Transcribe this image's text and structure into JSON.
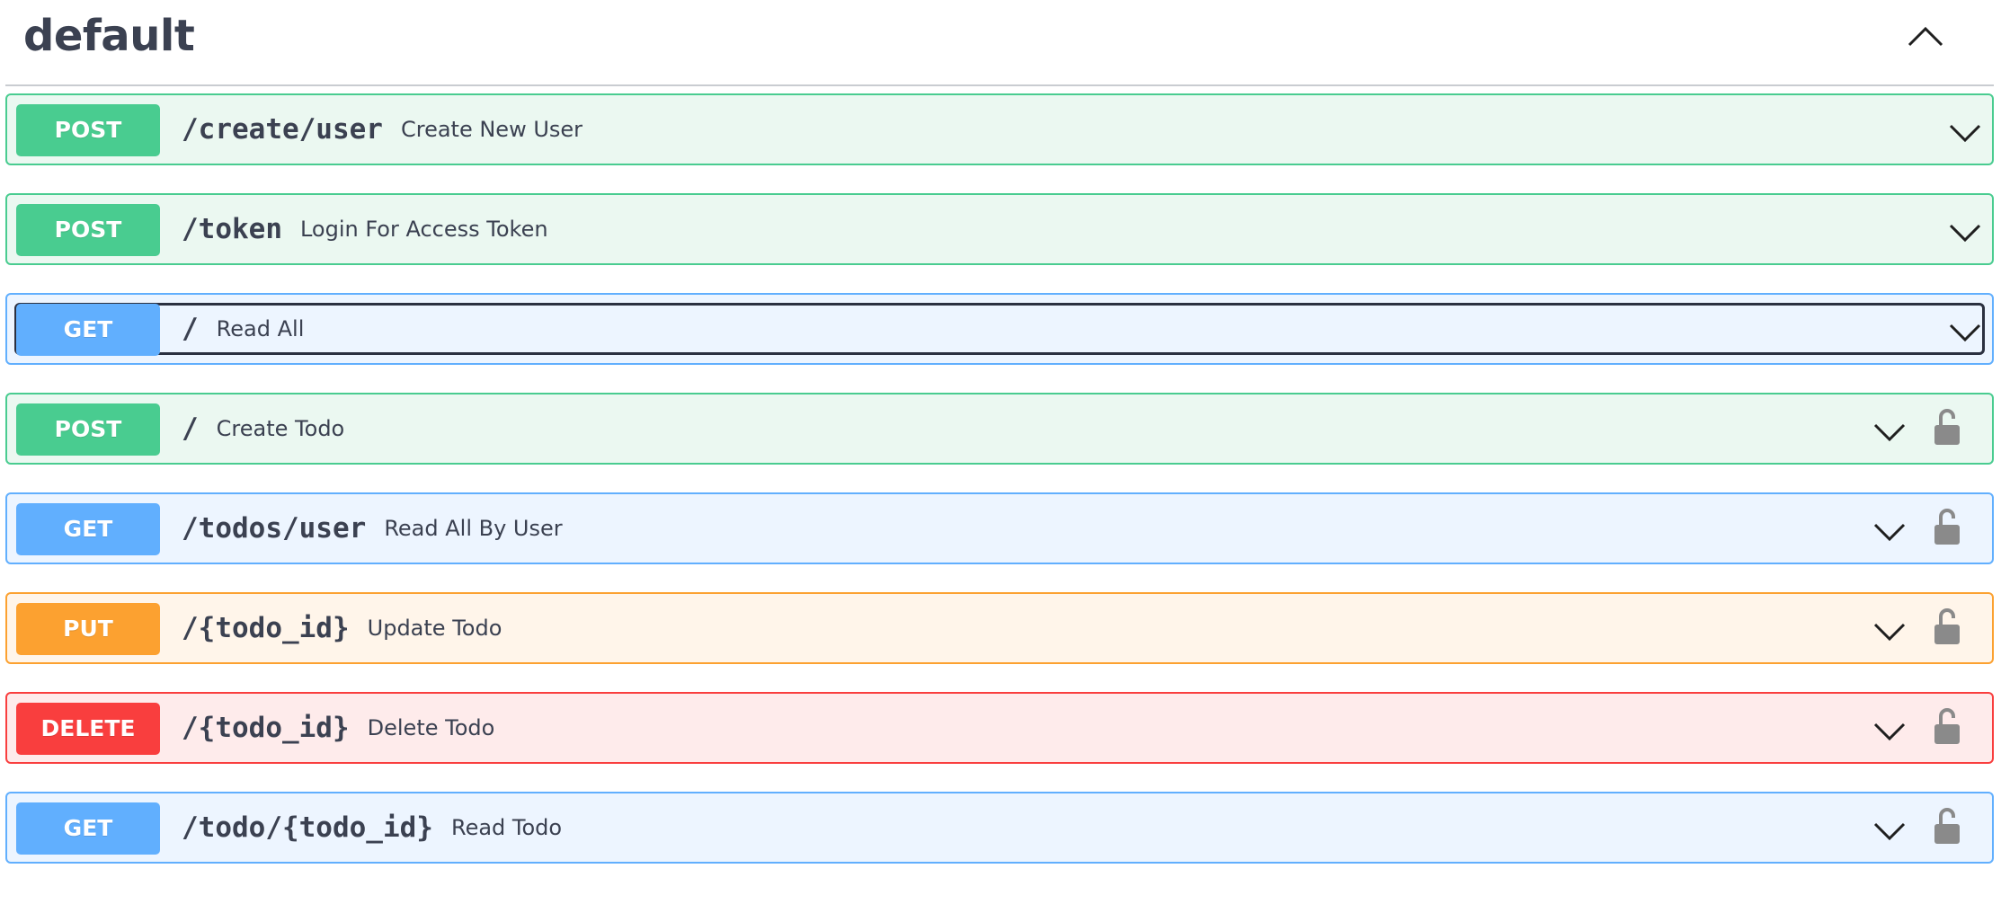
{
  "section": {
    "title": "default",
    "toggle_icon": "chevron-up-icon"
  },
  "colors": {
    "post": "#49cc90",
    "get": "#61affe",
    "put": "#fca130",
    "delete": "#f93e3e",
    "text": "#3b4151",
    "lock": "#8a8a8a"
  },
  "operations": [
    {
      "method": "POST",
      "path": "/create/user",
      "summary": "Create New User",
      "locked": false,
      "focused": false
    },
    {
      "method": "POST",
      "path": "/token",
      "summary": "Login For Access Token",
      "locked": false,
      "focused": false
    },
    {
      "method": "GET",
      "path": "/",
      "summary": "Read All",
      "locked": false,
      "focused": true
    },
    {
      "method": "POST",
      "path": "/",
      "summary": "Create Todo",
      "locked": true,
      "focused": false
    },
    {
      "method": "GET",
      "path": "/todos/user",
      "summary": "Read All By User",
      "locked": true,
      "focused": false
    },
    {
      "method": "PUT",
      "path": "/{todo_id}",
      "summary": "Update Todo",
      "locked": true,
      "focused": false
    },
    {
      "method": "DELETE",
      "path": "/{todo_id}",
      "summary": "Delete Todo",
      "locked": true,
      "focused": false
    },
    {
      "method": "GET",
      "path": "/todo/{todo_id}",
      "summary": "Read Todo",
      "locked": true,
      "focused": false
    }
  ]
}
